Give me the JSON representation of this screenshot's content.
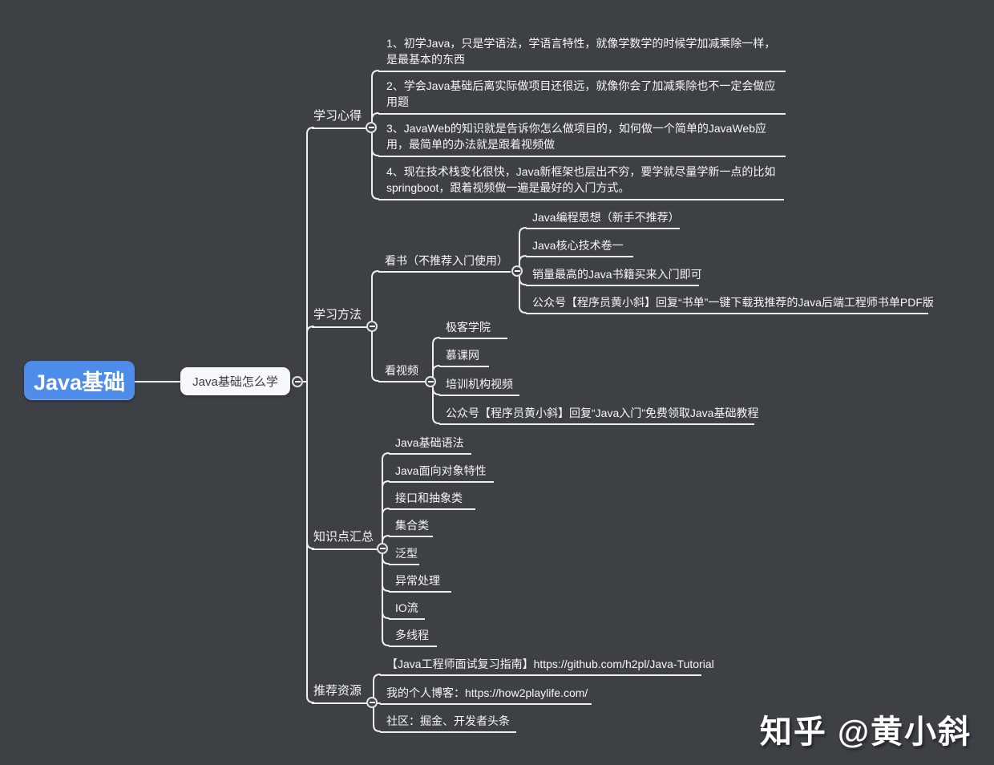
{
  "colors": {
    "background": "#3d4146",
    "root_fill": "#4e8cea",
    "node_fill": "#f7f8fa",
    "line": "#edeff1",
    "text": "#f5f6f7"
  },
  "map": {
    "root": {
      "label": "Java基础"
    },
    "main": {
      "label": "Java基础怎么学"
    },
    "branches": [
      {
        "label": "学习心得",
        "children": [
          {
            "label": "1、初学Java，只是学语法，学语言特性，就像学数学的时候学加减乘除一样，是最基本的东西"
          },
          {
            "label": "2、学会Java基础后离实际做项目还很远，就像你会了加减乘除也不一定会做应用题"
          },
          {
            "label": "3、JavaWeb的知识就是告诉你怎么做项目的，如何做一个简单的JavaWeb应用，最简单的办法就是跟着视频做"
          },
          {
            "label": "4、现在技术栈变化很快，Java新框架也层出不穷，要学就尽量学新一点的比如springboot，跟着视频做一遍是最好的入门方式。"
          }
        ]
      },
      {
        "label": "学习方法",
        "children": [
          {
            "label": "看书（不推荐入门使用）",
            "children": [
              {
                "label": "Java编程思想（新手不推荐）"
              },
              {
                "label": "Java核心技术卷一"
              },
              {
                "label": "销量最高的Java书籍买来入门即可"
              },
              {
                "label": "公众号【程序员黄小斜】回复“书单”一键下载我推荐的Java后端工程师书单PDF版"
              }
            ]
          },
          {
            "label": "看视频",
            "children": [
              {
                "label": "极客学院"
              },
              {
                "label": "慕课网"
              },
              {
                "label": "培训机构视频"
              },
              {
                "label": "公众号【程序员黄小斜】回复“Java入门”免费领取Java基础教程"
              }
            ]
          }
        ]
      },
      {
        "label": "知识点汇总",
        "children": [
          {
            "label": "Java基础语法"
          },
          {
            "label": "Java面向对象特性"
          },
          {
            "label": "接口和抽象类"
          },
          {
            "label": "集合类"
          },
          {
            "label": "泛型"
          },
          {
            "label": "异常处理"
          },
          {
            "label": "IO流"
          },
          {
            "label": "多线程"
          }
        ]
      },
      {
        "label": "推荐资源",
        "children": [
          {
            "label": "【Java工程师面试复习指南】https://github.com/h2pl/Java-Tutorial"
          },
          {
            "label": "我的个人博客：https://how2playlife.com/"
          },
          {
            "label": "社区：掘金、开发者头条"
          }
        ]
      }
    ]
  },
  "watermark": {
    "text": "知乎 @黄小斜"
  }
}
